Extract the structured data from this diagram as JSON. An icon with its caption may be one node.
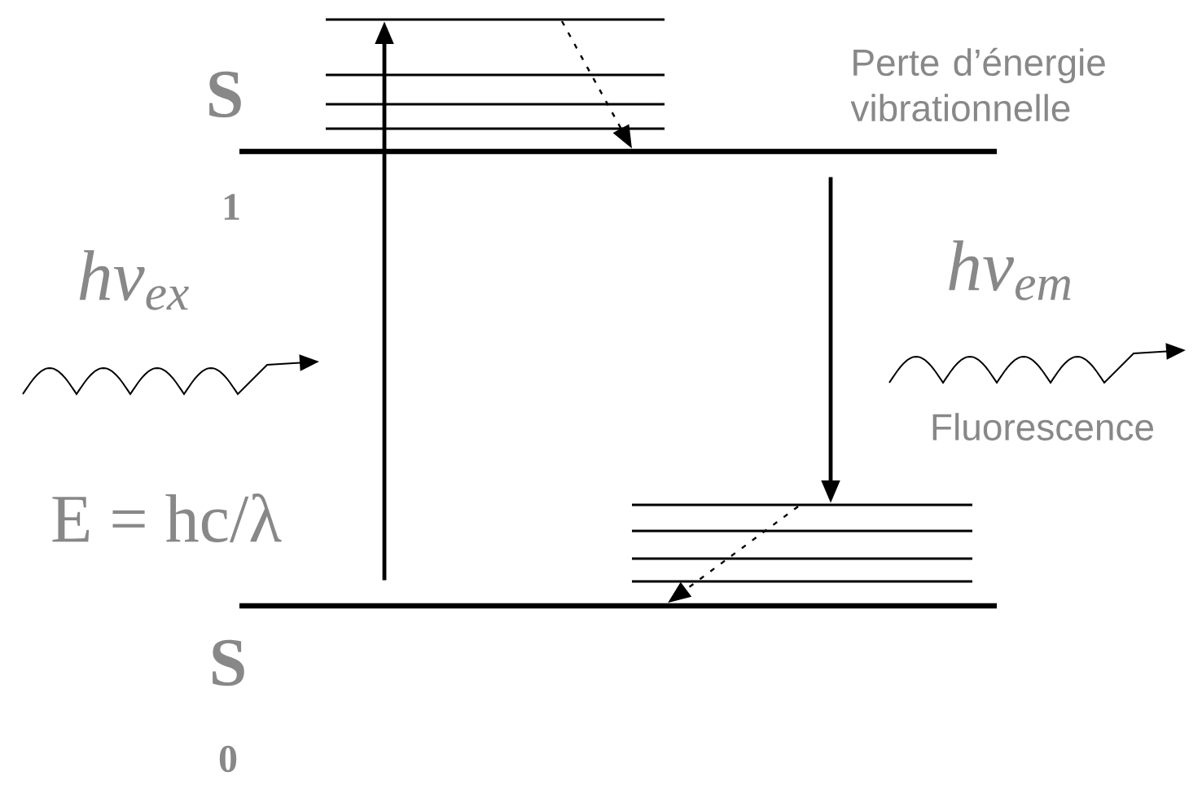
{
  "diagram": {
    "nodes": [
      {
        "text": [],
        "shape": "bar"
      },
      {
        "text": [],
        "shape": "bar"
      },
      {
        "text": [],
        "shape": "bar"
      },
      {
        "text": [],
        "shape": "bar"
      },
      {
        "text": [],
        "shape": "bar"
      },
      {
        "text": [],
        "shape": "bar"
      },
      {
        "text": [],
        "shape": "bar"
      },
      {
        "text": [],
        "shape": "bar"
      },
      {
        "text": [],
        "shape": "bar"
      },
      {
        "text": [],
        "shape": "bar"
      }
    ],
    "edges": [
      {
        "from": 9,
        "to": 0,
        "arrow": "to"
      },
      {
        "from": 0,
        "to": 4,
        "arrow": "to",
        "style": "dashed"
      },
      {
        "from": 4,
        "to": 5,
        "arrow": "to"
      },
      {
        "from": 5,
        "to": 9,
        "arrow": "to",
        "style": "dashed"
      }
    ],
    "labels": [
      "Perte d’énergie vibrationnelle",
      "S",
      "1",
      "hv$_{ex}$",
      "hv$_{em}$",
      "Fluorescence",
      "E = hc/λ",
      "S",
      "0"
    ]
  }
}
